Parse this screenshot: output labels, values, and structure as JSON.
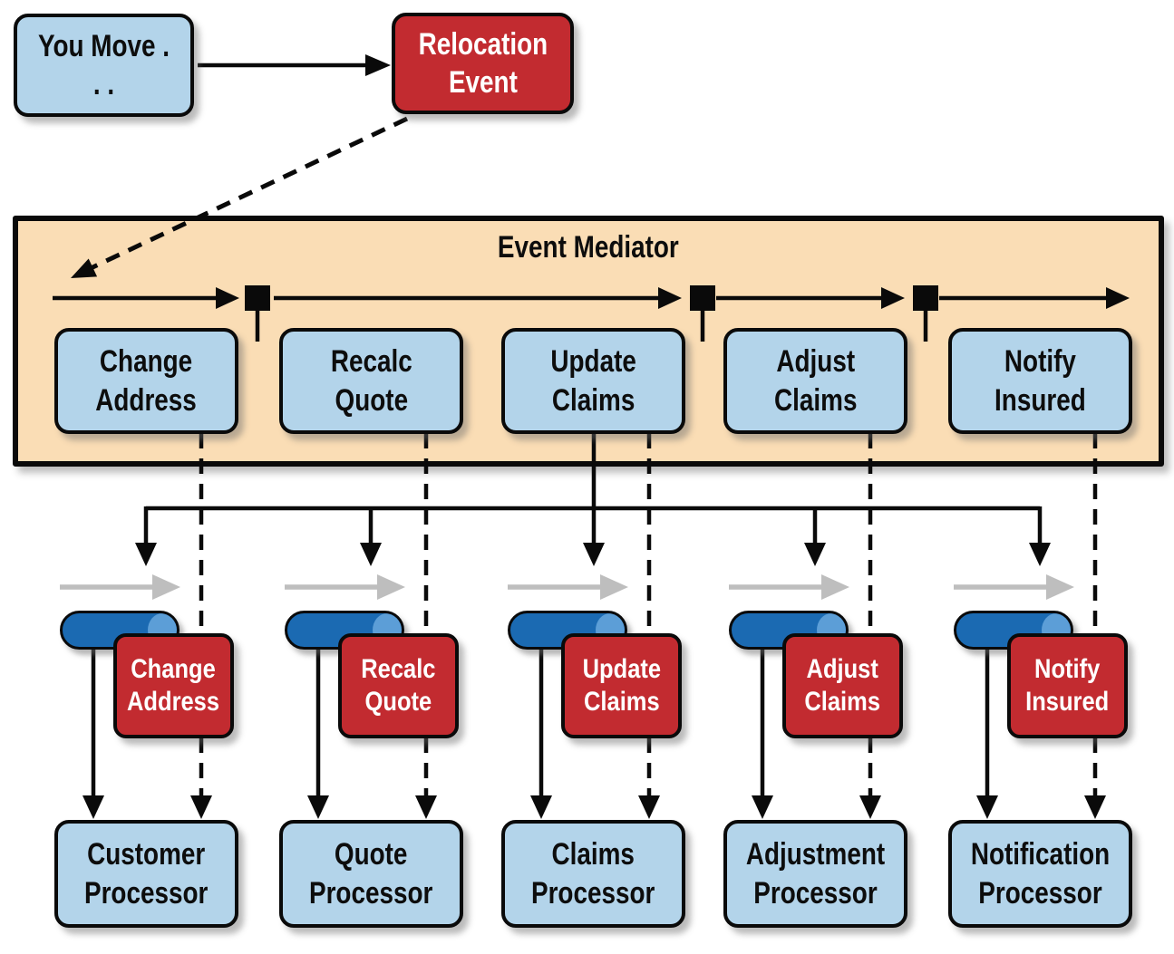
{
  "trigger": {
    "label": "You Move . . ."
  },
  "initiating_event": {
    "label": "Relocation\nEvent"
  },
  "mediator": {
    "title": "Event Mediator",
    "steps": [
      "Change\nAddress",
      "Recalc\nQuote",
      "Update\nClaims",
      "Adjust\nClaims",
      "Notify\nInsured"
    ]
  },
  "channel_events": [
    "Change\nAddress",
    "Recalc\nQuote",
    "Update\nClaims",
    "Adjust\nClaims",
    "Notify\nInsured"
  ],
  "processors": [
    "Customer\nProcessor",
    "Quote\nProcessor",
    "Claims\nProcessor",
    "Adjustment\nProcessor",
    "Notification\nProcessor"
  ],
  "palette": {
    "component_blue": "#B3D4EA",
    "event_red": "#C22B30",
    "mediator_tan": "#FADDB5",
    "queue_blue": "#1B6AB2",
    "queue_highlight": "#5C9ED7",
    "flow_gray": "#BEBEBE",
    "line_black": "#0a0a0a"
  }
}
